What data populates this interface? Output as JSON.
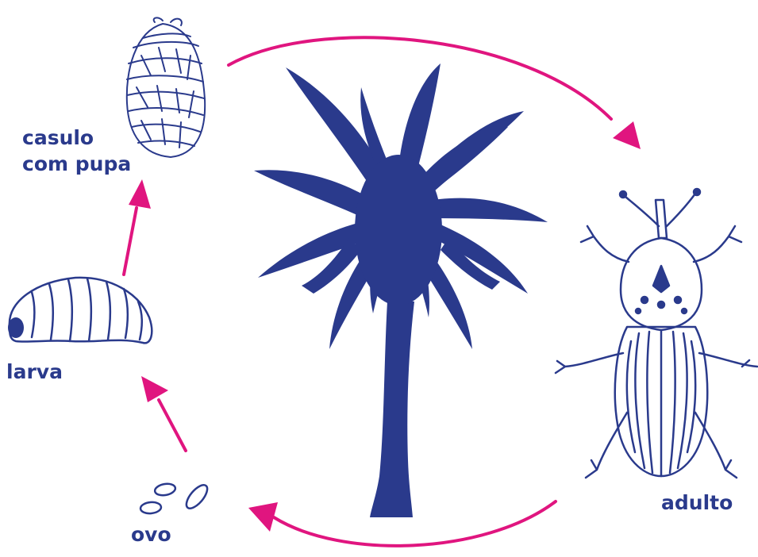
{
  "labels": {
    "casulo_line1": "casulo",
    "casulo_line2": "com pupa",
    "larva": "larva",
    "ovo": "ovo",
    "adulto": "adulto"
  },
  "colors": {
    "ink": "#2a3a8c",
    "arrow": "#e0157f",
    "background": "#ffffff"
  },
  "icons": [
    "palm-tree",
    "cocoon",
    "larva",
    "eggs",
    "weevil-beetle",
    "cycle-arrow"
  ]
}
